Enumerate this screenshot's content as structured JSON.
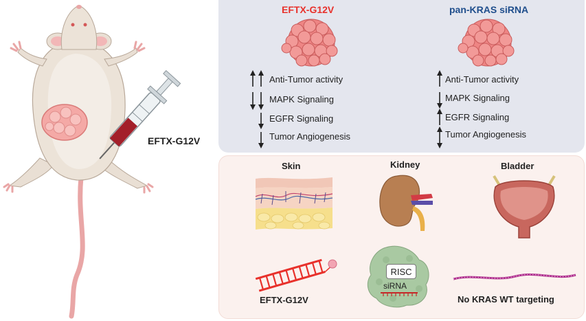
{
  "mouse": {
    "label": "EFTX-G12V"
  },
  "columns": [
    {
      "title": "EFTX-G12V",
      "color": "#e8312b",
      "effects": [
        {
          "label": "Anti-Tumor activity",
          "arrows": "up-up"
        },
        {
          "label": "MAPK Signaling",
          "arrows": "down-down"
        },
        {
          "label": "EGFR Signaling",
          "arrows": "down"
        },
        {
          "label": "Tumor Angiogenesis",
          "arrows": "down"
        }
      ]
    },
    {
      "title": "pan-KRAS siRNA",
      "color": "#1f4e8c",
      "effects": [
        {
          "label": "Anti-Tumor activity",
          "arrows": "up"
        },
        {
          "label": "MAPK Signaling",
          "arrows": "down"
        },
        {
          "label": "EGFR Signaling",
          "arrows": "up"
        },
        {
          "label": "Tumor Angiogenesis",
          "arrows": "up-down"
        }
      ]
    }
  ],
  "organs": {
    "skin": "Skin",
    "kidney": "Kidney",
    "bladder": "Bladder"
  },
  "bottom": {
    "eftx_caption": "EFTX-G12V",
    "risc_label": "RISC",
    "sirna_label": "siRNA",
    "no_wt_caption": "No KRAS WT targeting"
  },
  "colors": {
    "tumor": "#ef8d8d",
    "tumor_dark": "#d96464",
    "eftx_red": "#e8312b",
    "sirna_purple": "#b0318f",
    "risc_green": "#a9c9a2"
  }
}
